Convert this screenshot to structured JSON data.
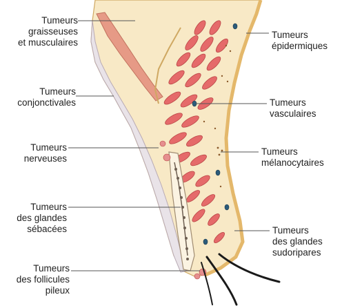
{
  "colors": {
    "leader": "#555555",
    "fat": "#f6d879",
    "fat_line": "#c9a64a",
    "muscle": "#e69a86",
    "muscle_line": "#c0705c",
    "dermis": "#f8e9c6",
    "gland": "#e56a6a",
    "gland_line": "#b94545",
    "conjunctiva": "#e9e3e8",
    "vessel": "#2c5b7a"
  },
  "labels_left": [
    {
      "id": "graisseuses",
      "text": "Tumeurs\ngraisseuses\net musculaires"
    },
    {
      "id": "conjonctivales",
      "text": "Tumeurs\nconjonctivales"
    },
    {
      "id": "nerveuses",
      "text": "Tumeurs\nnerveuses"
    },
    {
      "id": "sebacees",
      "text": "Tumeurs\ndes glandes\nsébacées"
    },
    {
      "id": "follicules",
      "text": "Tumeurs\ndes follicules\npileux"
    }
  ],
  "labels_right": [
    {
      "id": "epidermiques",
      "text": "Tumeurs\népidermiques"
    },
    {
      "id": "vasculaires",
      "text": "Tumeurs\nvasculaires"
    },
    {
      "id": "melanocytaires",
      "text": "Tumeurs\nmélanocytaires"
    },
    {
      "id": "sudoripares",
      "text": "Tumeurs\ndes glandes\nsudoripares"
    }
  ]
}
